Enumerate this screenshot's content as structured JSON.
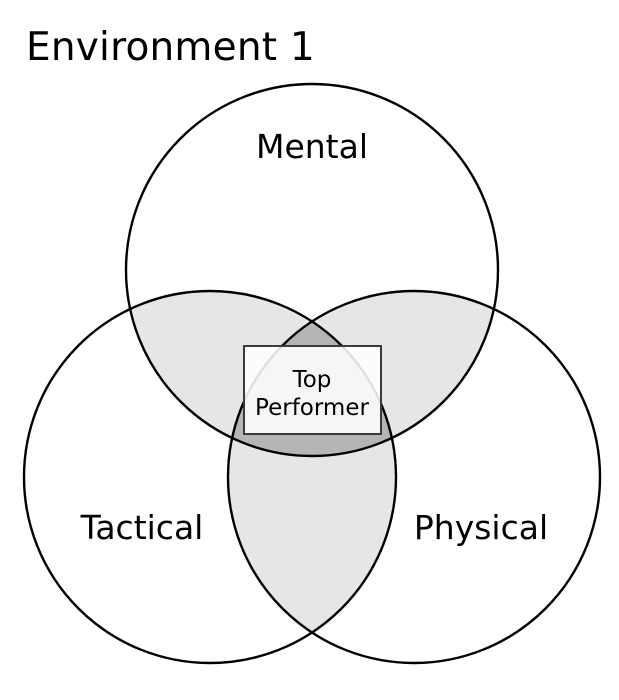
{
  "title": "Environment 1",
  "sets": {
    "mental": "Mental",
    "tactical": "Tactical",
    "physical": "Physical"
  },
  "center": {
    "line1": "Top",
    "line2": "Performer"
  },
  "colors": {
    "outline": "#000000",
    "pairwise_overlap": "#e6e6e6",
    "triple_overlap": "#b5b5b5",
    "center_box_fill": "#ffffff",
    "center_box_border": "#3a3a3a",
    "background": "#ffffff"
  }
}
